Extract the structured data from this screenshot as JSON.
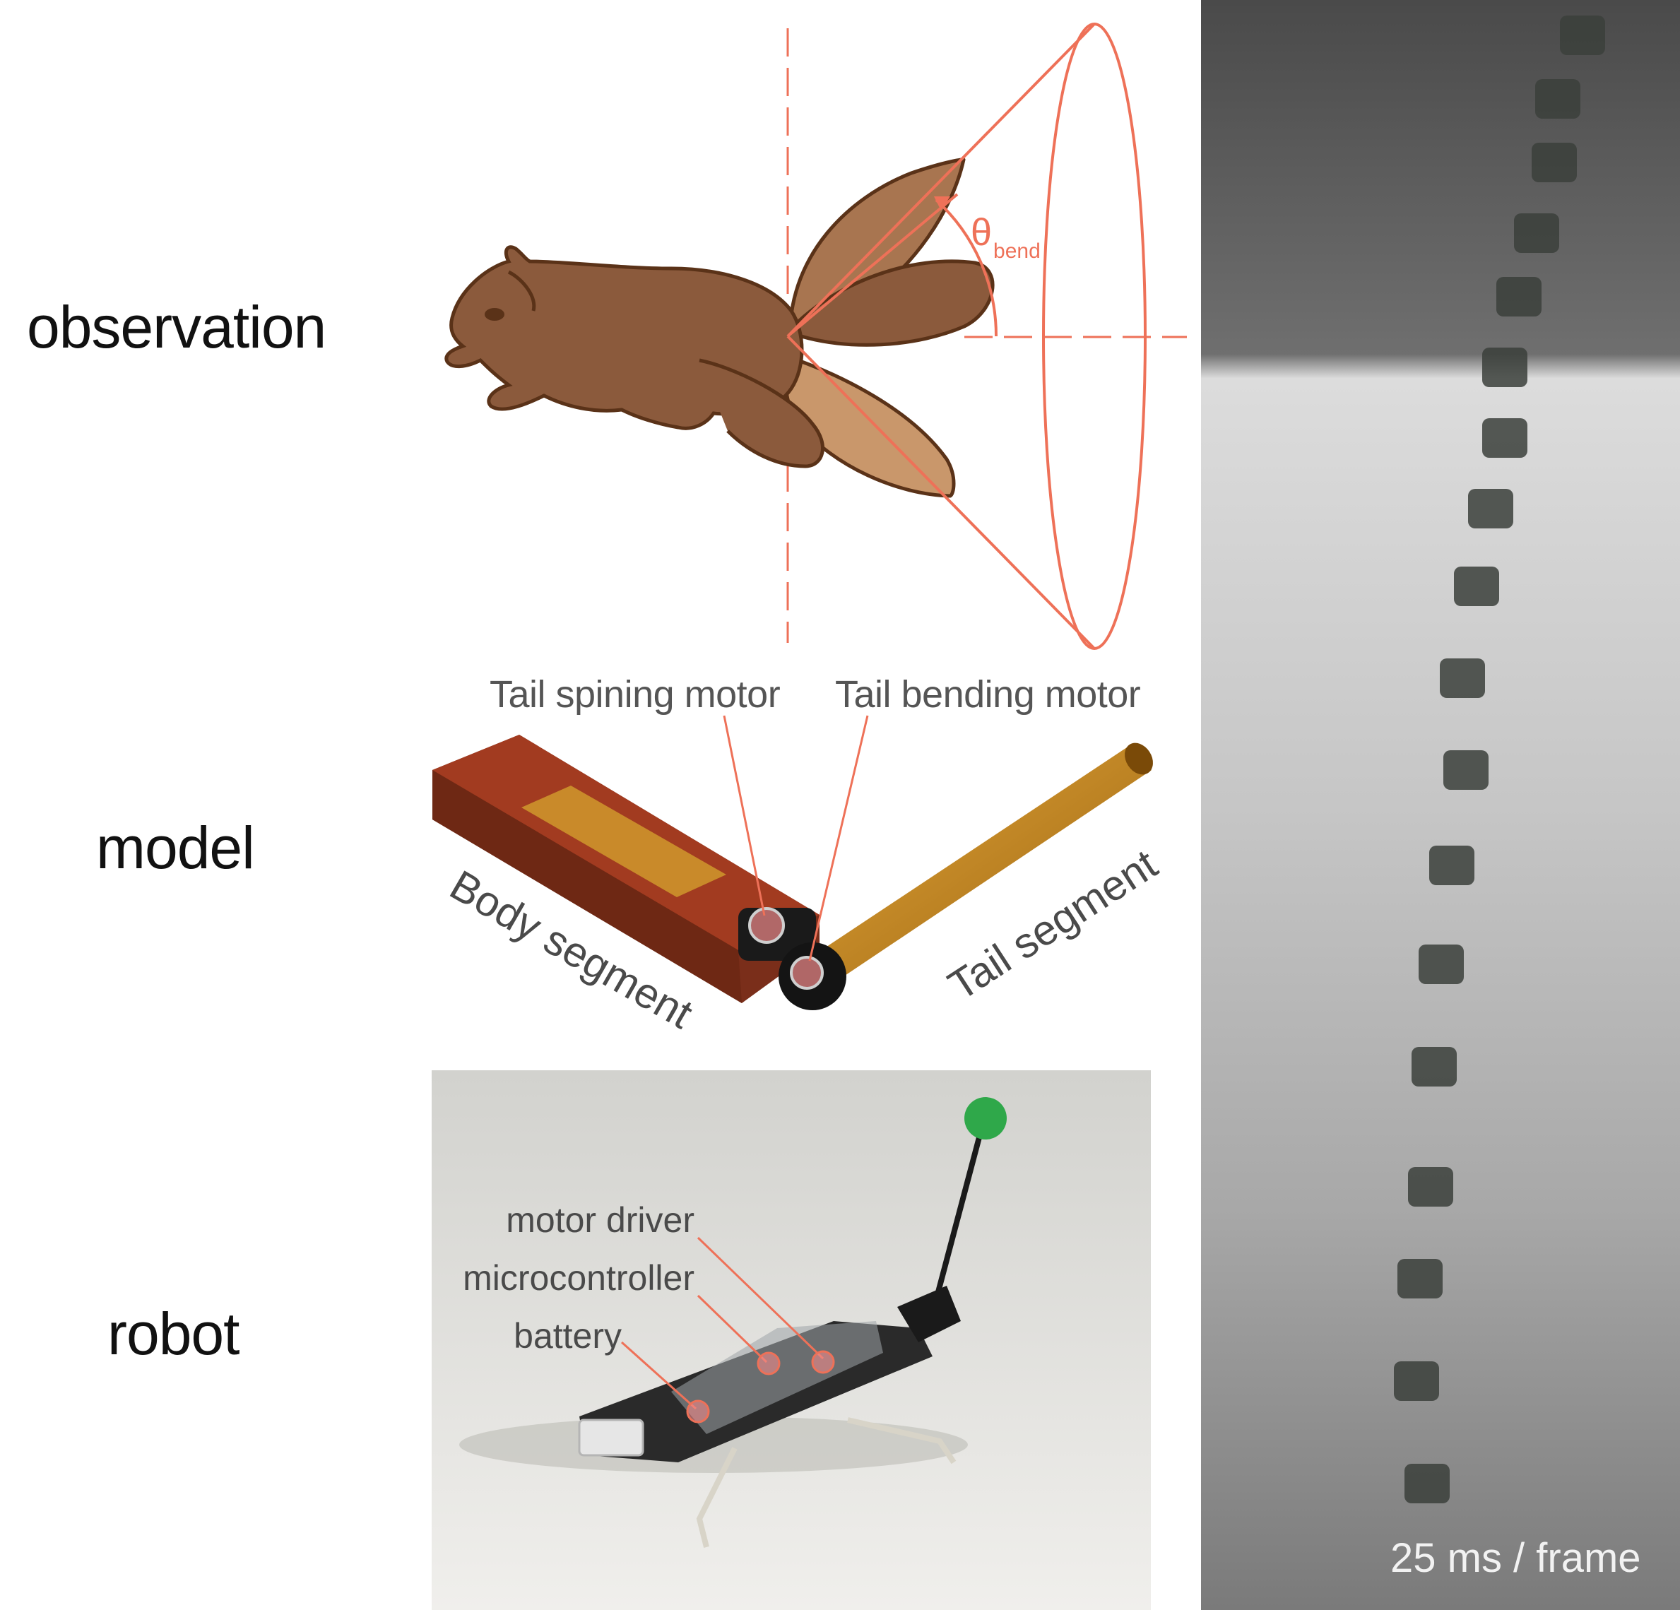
{
  "labels": {
    "observation": "observation",
    "model": "model",
    "robot": "robot"
  },
  "observation": {
    "angle_symbol": "θ",
    "angle_subscript": "bend"
  },
  "model": {
    "tail_spinning_motor": "Tail spining motor",
    "tail_bending_motor": "Tail bending motor",
    "body_segment": "Body segment",
    "tail_segment": "Tail segment"
  },
  "robot": {
    "motor_driver": "motor driver",
    "microcontroller": "microcontroller",
    "battery": "battery"
  },
  "sequence": {
    "frame_rate": "25 ms / frame"
  },
  "colors": {
    "accent": "#ee7158",
    "squirrel_body": "#8b5a3c",
    "squirrel_outline": "#5a3218",
    "tail_light": "#c9976b",
    "body_block": "#a23b20",
    "tail_rod": "#c98a1e"
  }
}
